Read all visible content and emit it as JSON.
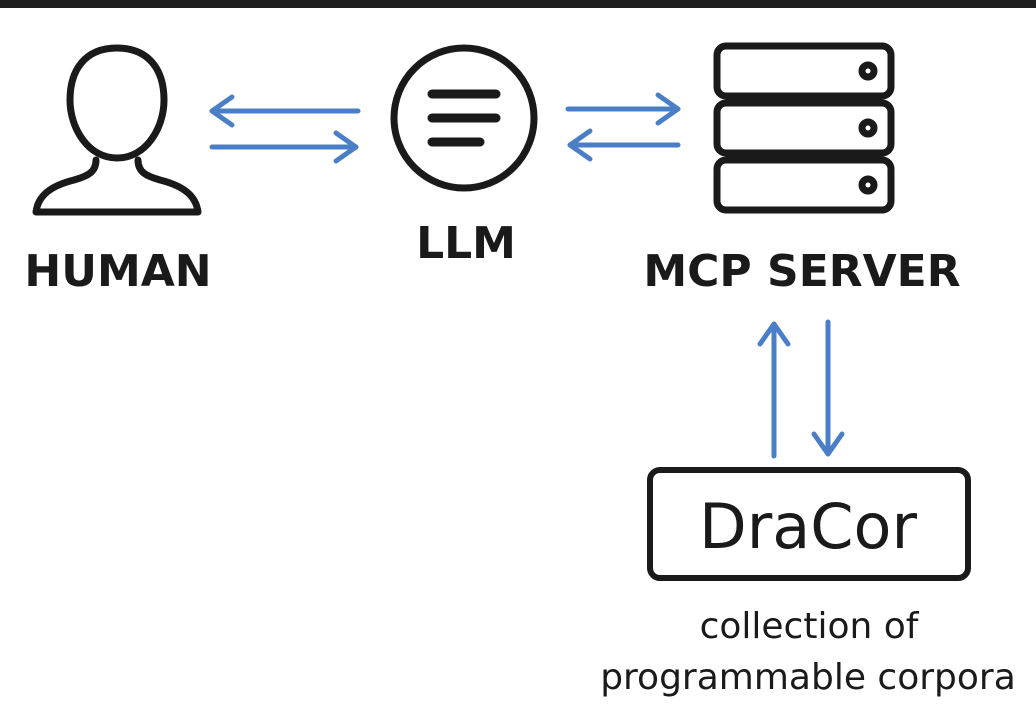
{
  "nodes": {
    "human": {
      "label": "HUMAN",
      "icon": "person-icon"
    },
    "llm": {
      "label": "LLM",
      "icon": "menu-lines-icon"
    },
    "mcp_server": {
      "label": "MCP SERVER",
      "icon": "server-stack-icon"
    },
    "dracor": {
      "label": "DraCor",
      "caption_line1": "collection of",
      "caption_line2": "programmable corpora"
    }
  },
  "edges": [
    {
      "from": "human",
      "to": "llm",
      "direction": "bidirectional"
    },
    {
      "from": "llm",
      "to": "mcp_server",
      "direction": "bidirectional"
    },
    {
      "from": "mcp_server",
      "to": "dracor",
      "direction": "bidirectional"
    }
  ],
  "colors": {
    "arrow": "#4a7fc8",
    "icon_stroke": "#1a1a1a",
    "background": "#ffffff",
    "top_bar": "#1f1f1f"
  }
}
